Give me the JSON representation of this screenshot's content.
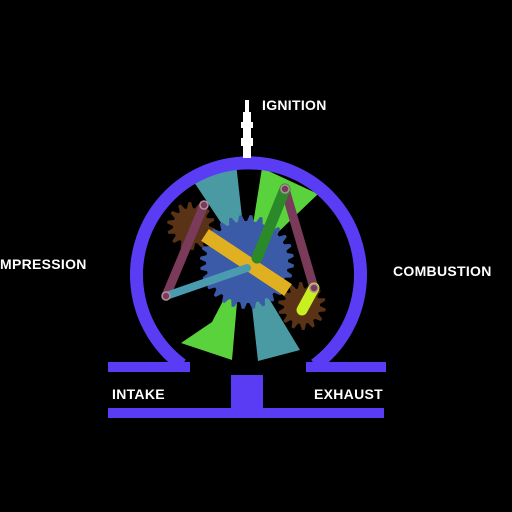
{
  "labels": {
    "ignition": "IGNITION",
    "compression": "MPRESSION",
    "combustion": "COMBUSTION",
    "intake": "INTAKE",
    "exhaust": "EXHAUST"
  },
  "colors": {
    "background": "#000000",
    "housing": "#5a3cf5",
    "sector_teal": "#4a9aa4",
    "sector_green": "#5ad23c",
    "rotor_gear": "#3b5aa8",
    "small_gear": "#5a3216",
    "crank_bar": "#e0b020",
    "linkage": "#7a3a5a",
    "green_link": "#2a8a2a",
    "blue_link": "#4a9ab0",
    "yellow_green_link": "#c8f020",
    "spark_plug": "#ffffff"
  },
  "icons": {
    "spark_plug": "spark-plug-icon"
  }
}
